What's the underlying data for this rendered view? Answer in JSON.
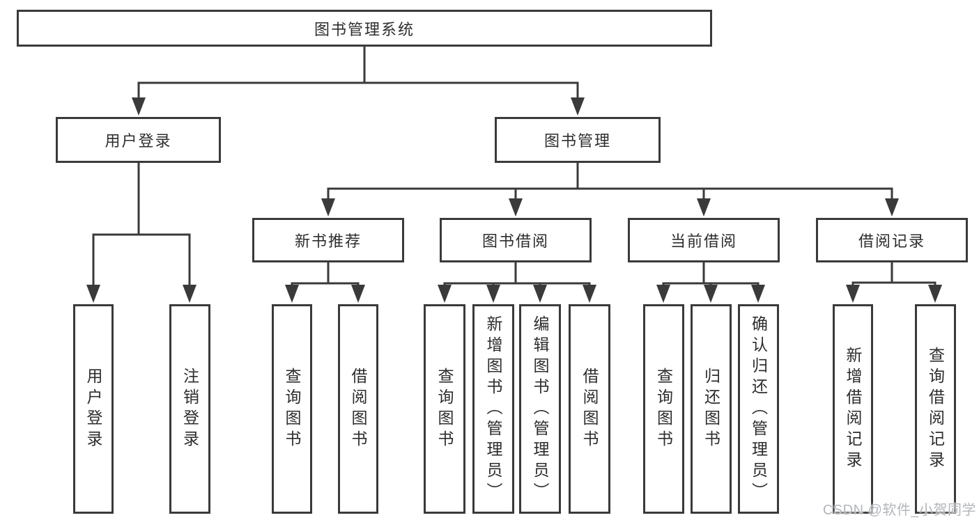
{
  "watermark": "CSDN @软件_小贺同学",
  "colors": {
    "line": "#3a3a3a",
    "text": "#2d2d2d",
    "watermark": "#b2b6bc",
    "background": "#ffffff"
  },
  "tree": {
    "root": {
      "label": "图书管理系统"
    },
    "branches": [
      {
        "label": "用户登录",
        "children": [
          {
            "label": "用户登录"
          },
          {
            "label": "注销登录"
          }
        ]
      },
      {
        "label": "图书管理",
        "groups": [
          {
            "label": "新书推荐",
            "children": [
              {
                "label": "查询图书"
              },
              {
                "label": "借阅图书"
              }
            ]
          },
          {
            "label": "图书借阅",
            "children": [
              {
                "label": "查询图书"
              },
              {
                "label": "新增图书（管理员）"
              },
              {
                "label": "编辑图书（管理员）"
              },
              {
                "label": "借阅图书"
              }
            ]
          },
          {
            "label": "当前借阅",
            "children": [
              {
                "label": "查询图书"
              },
              {
                "label": "归还图书"
              },
              {
                "label": "确认归还（管理员）"
              }
            ]
          },
          {
            "label": "借阅记录",
            "children": [
              {
                "label": "新增借阅记录"
              },
              {
                "label": "查询借阅记录"
              }
            ]
          }
        ]
      }
    ]
  }
}
